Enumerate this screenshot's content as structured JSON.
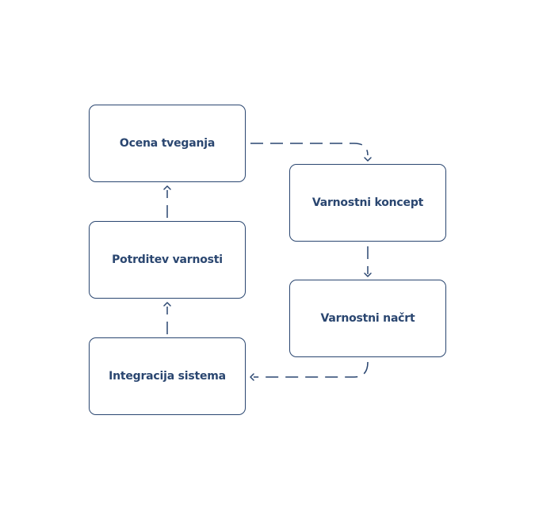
{
  "diagram": {
    "nodes": [
      {
        "id": "ocena",
        "label": "Ocena tveganja"
      },
      {
        "id": "koncept",
        "label": "Varnostni koncept"
      },
      {
        "id": "nacrt",
        "label": "Varnostni načrt"
      },
      {
        "id": "integracija",
        "label": "Integracija sistema"
      },
      {
        "id": "potrditev",
        "label": "Potrditev varnosti"
      }
    ],
    "edges": [
      {
        "from": "ocena",
        "to": "koncept",
        "style": "dashed"
      },
      {
        "from": "koncept",
        "to": "nacrt",
        "style": "dashed"
      },
      {
        "from": "nacrt",
        "to": "integracija",
        "style": "dashed"
      },
      {
        "from": "integracija",
        "to": "potrditev",
        "style": "dashed"
      },
      {
        "from": "potrditev",
        "to": "ocena",
        "style": "dashed"
      }
    ],
    "colors": {
      "line": "#2a4670",
      "text": "#2a4670",
      "background": "#ffffff"
    }
  }
}
